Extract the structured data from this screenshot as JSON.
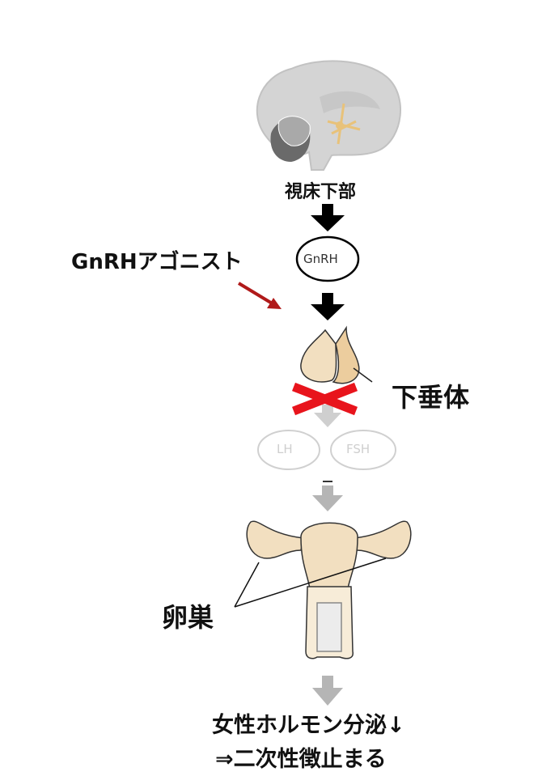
{
  "labels": {
    "hypothalamus": "視床下部",
    "gnrh": "GnRH",
    "agonist": "GnRHアゴニスト",
    "pituitary": "下垂体",
    "lh": "LH",
    "fsh": "FSH",
    "ovary": "卵巣",
    "result_line1": "女性ホルモン分泌↓",
    "result_line2": "⇒二次性徴止まる"
  },
  "colors": {
    "black_arrow": "#000000",
    "gray_arrow": "#b5b5b5",
    "faded": "#d0d0d0",
    "block_x": "#e8141c",
    "agonist_arrow": "#b01a1a",
    "tissue": "#f2dfc0"
  }
}
